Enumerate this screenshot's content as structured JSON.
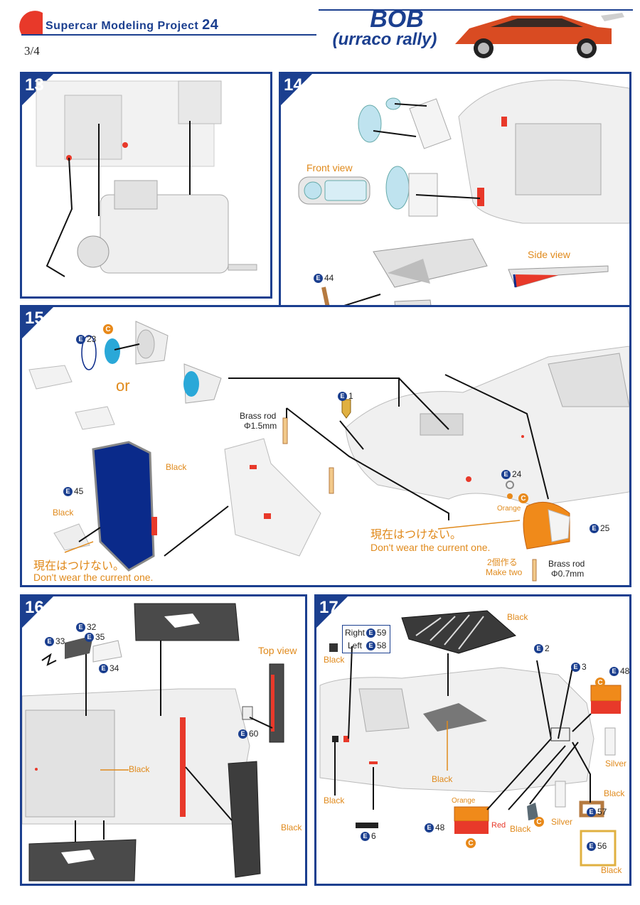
{
  "header": {
    "series_title": "Supercar Modeling Project",
    "series_number": "24",
    "page": "3/4",
    "model_name": "BOB",
    "model_sub": "(urraco rally)"
  },
  "steps": [
    {
      "number": "13"
    },
    {
      "number": "14",
      "labels": {
        "front_view": "Front view",
        "side_view": "Side view"
      },
      "parts": [
        "44"
      ]
    },
    {
      "number": "15",
      "labels": {
        "or": "or",
        "black1": "Black",
        "black2": "Black",
        "brass_rod_1": "Brass rod",
        "brass_dim_1": "Φ1.5mm",
        "orange": "Orange",
        "note_jp_1": "現在はつけない。",
        "note_en_1": "Don't wear the current one.",
        "note_jp_2": "現在はつけない。",
        "note_en_2": "Don't wear the current one.",
        "make_two_jp": "2個作る",
        "make_two_en": "Make two",
        "brass_rod_2": "Brass rod",
        "brass_dim_2": "Φ0.7mm"
      },
      "parts": [
        "23",
        "1",
        "45",
        "24",
        "25"
      ]
    },
    {
      "number": "16",
      "labels": {
        "top_view": "Top view",
        "black1": "Black",
        "black2": "Black"
      },
      "parts": [
        "32",
        "33",
        "35",
        "34",
        "60"
      ]
    },
    {
      "number": "17",
      "labels": {
        "right": "Right",
        "left": "Left",
        "black_louver": "Black",
        "black_small": "Black",
        "black_side": "Black",
        "black_window": "Black",
        "silver1": "Silver",
        "silver2": "Silver",
        "black_bracket": "Black",
        "black_frame": "Black",
        "black_clip": "Black",
        "orange": "Orange",
        "red": "Red"
      },
      "parts": [
        "59",
        "58",
        "2",
        "3",
        "48",
        "6",
        "48",
        "57",
        "56"
      ]
    }
  ],
  "colors": {
    "brand_blue": "#1b3f8f",
    "accent_orange": "#e08a1c",
    "accent_red": "#e8392a",
    "part_blue": "#0a2a8a",
    "lens_blue": "#2aa8d8"
  }
}
